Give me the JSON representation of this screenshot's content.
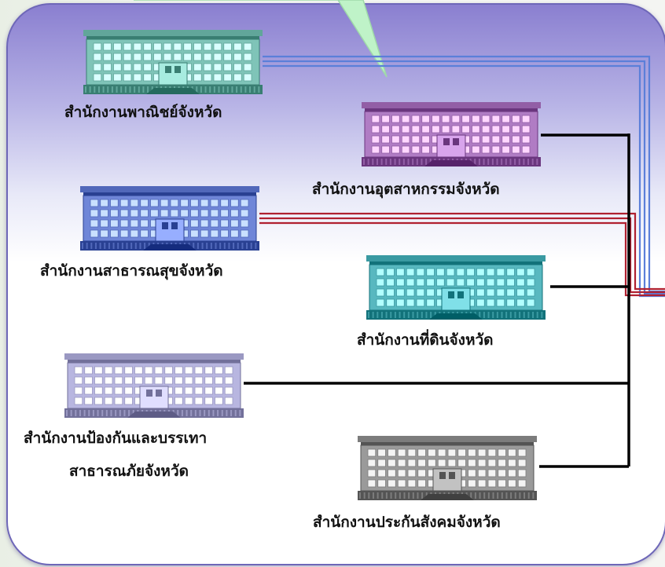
{
  "offices": [
    {
      "name": "สำนักงานพาณิชย์จังหวัด",
      "color": "#7fc4b8"
    },
    {
      "name": "สำนักงานอุตสาหกรรมจังหวัด",
      "color": "#b07cc4"
    },
    {
      "name": "สำนักงานสาธารณสุขจังหวัด",
      "color": "#6f86d8"
    },
    {
      "name": "สำนักงานที่ดินจังหวัด",
      "color": "#58b8c0"
    },
    {
      "name": "สำนักงานป้องกันและบรรเทา",
      "name_line2": "สาธารณภัยจังหวัด",
      "color": "#b8b6e0"
    },
    {
      "name": "สำนักงานประกันสังคมจังหวัด",
      "color": "#9a9a9a"
    }
  ],
  "colors": {
    "card_border": "#6e67b8",
    "callout_fill": "#bff3c8",
    "blue_line": "#5b7fd9",
    "red_line": "#b02030",
    "black_line": "#000000"
  }
}
